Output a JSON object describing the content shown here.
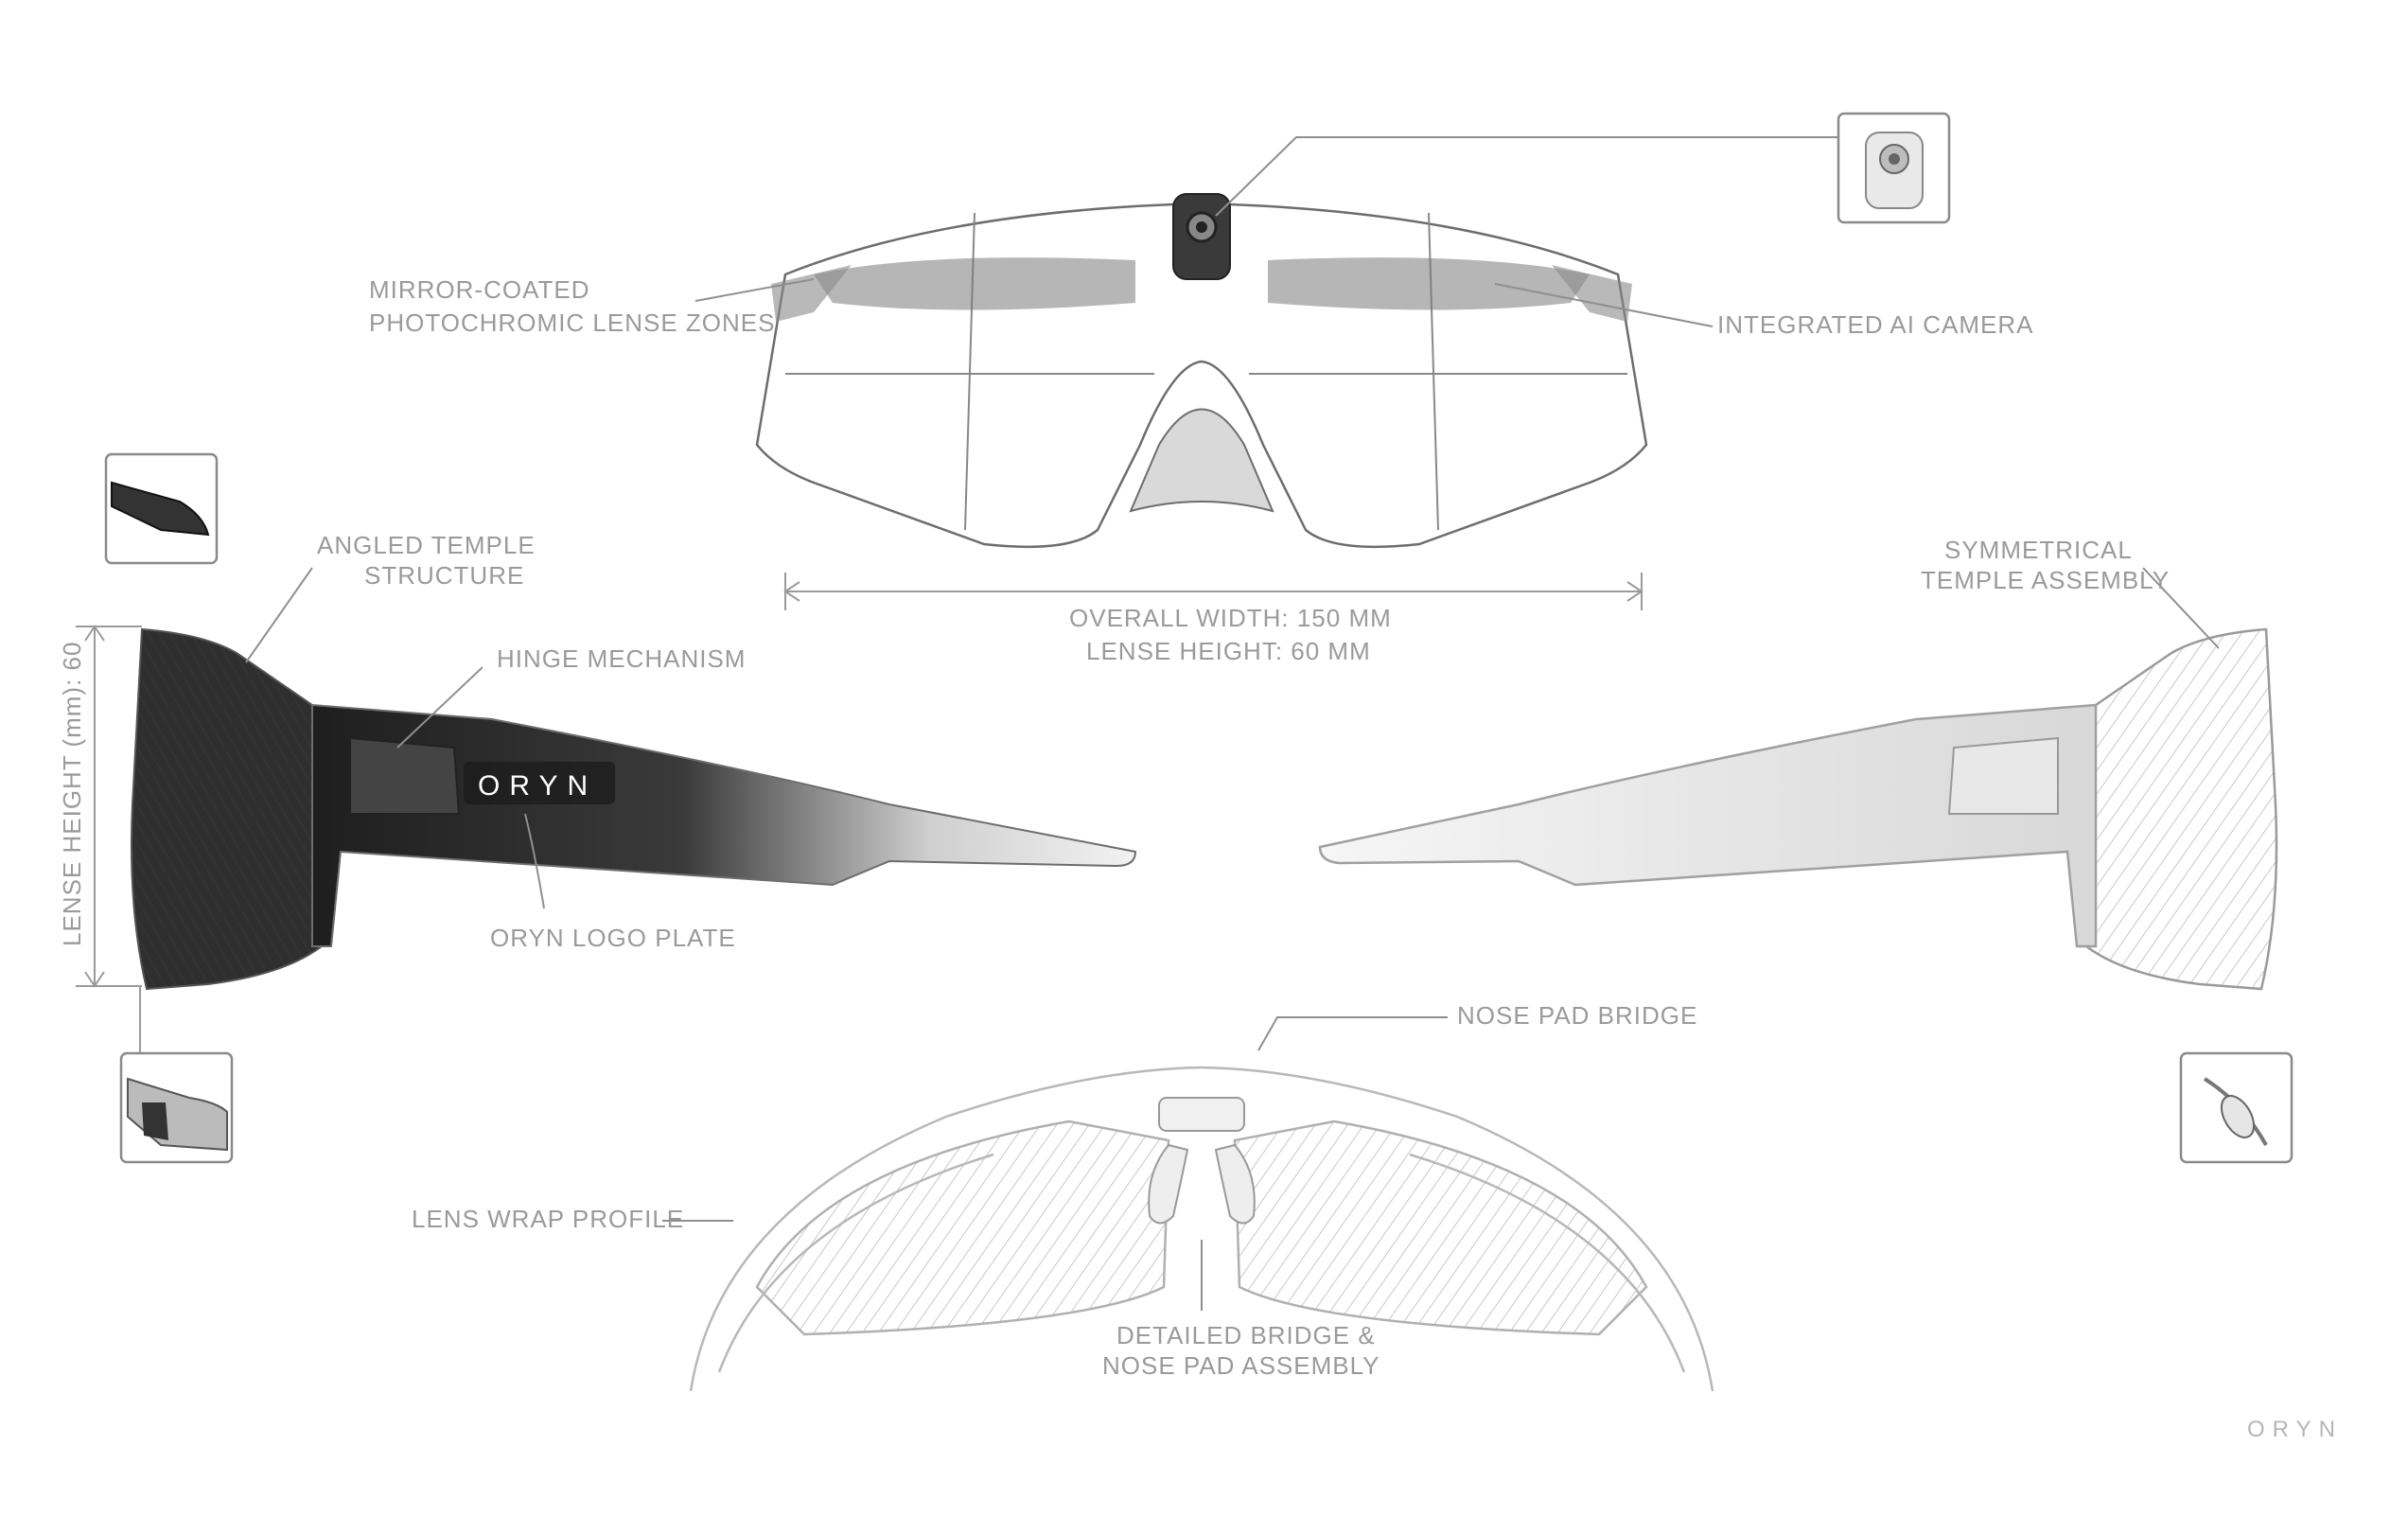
{
  "labels": {
    "mirror_coated_line1": "MIRROR-COATED",
    "mirror_coated_line2": "PHOTOCHROMIC LENSE ZONES",
    "integrated_camera": "INTEGRATED AI CAMERA",
    "angled_temple_line1": "ANGLED TEMPLE",
    "angled_temple_line2": "STRUCTURE",
    "hinge_mechanism": "HINGE MECHANISM",
    "overall_width": "OVERALL WIDTH: 150 MM",
    "lense_height": "LENSE HEIGHT: 60 MM",
    "symmetrical_line1": "SYMMETRICAL",
    "symmetrical_line2": "TEMPLE ASSEMBLY",
    "vertical_dimension": "LENSE HEIGHT (mm): 60",
    "oryn_logo_plate": "ORYN LOGO PLATE",
    "nose_pad_bridge": "NOSE PAD BRIDGE",
    "lens_wrap_profile": "LENS WRAP PROFILE",
    "detailed_bridge_line1": "DETAILED BRIDGE &",
    "detailed_bridge_line2": "NOSE PAD ASSEMBLY"
  },
  "branding": {
    "temple_logo": "ORYN",
    "corner_watermark": "ORYN"
  },
  "views": [
    "front-view",
    "left-side-view",
    "right-side-view",
    "top-view"
  ],
  "thumbnails": [
    "camera-detail",
    "temple-tip-detail",
    "hinge-detail",
    "nose-pad-detail"
  ],
  "colors": {
    "background": "#ffffff",
    "label_text": "#9a9a9a",
    "lens_dark": "#2b2b2b",
    "frame_line": "#6d6d6d"
  }
}
